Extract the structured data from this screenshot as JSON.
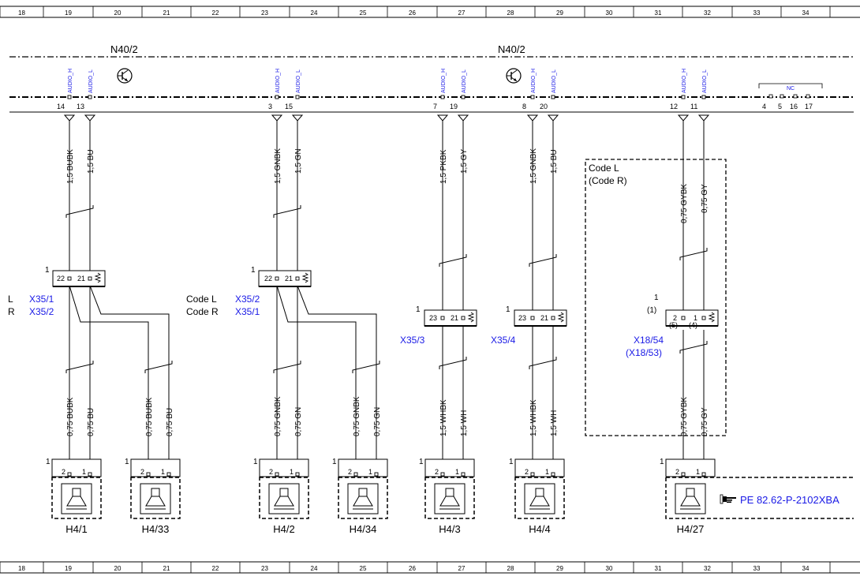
{
  "columns": [
    "18",
    "19",
    "20",
    "21",
    "22",
    "23",
    "24",
    "25",
    "26",
    "27",
    "28",
    "29",
    "30",
    "31",
    "32",
    "33",
    "34"
  ],
  "module": {
    "label_left": "N40/2",
    "label_right": "N40/2",
    "nc_label": "NC",
    "nc_pins": [
      "4",
      "5",
      "16",
      "17"
    ],
    "transistor_icon": "transistor-icon"
  },
  "pins": [
    {
      "num": "14",
      "sig": "AUDIO_H"
    },
    {
      "num": "13",
      "sig": "AUDIO_L"
    },
    {
      "num": "3",
      "sig": "AUDIO_H"
    },
    {
      "num": "15",
      "sig": "AUDIO_L"
    },
    {
      "num": "7",
      "sig": "AUDIO_H"
    },
    {
      "num": "19",
      "sig": "AUDIO_L"
    },
    {
      "num": "8",
      "sig": "AUDIO_H"
    },
    {
      "num": "20",
      "sig": "AUDIO_L"
    },
    {
      "num": "12",
      "sig": "AUDIO_H"
    },
    {
      "num": "11",
      "sig": "AUDIO_L"
    }
  ],
  "upper_wires": [
    "1,5 BUBK",
    "1,5 BU",
    "1,5 GNBK",
    "1,5 GN",
    "1,5 PKBK",
    "1,5 GY",
    "1,5 GNBK",
    "1,5 BU",
    "0,75 GYBK",
    "0,75 GY"
  ],
  "lower_wires": [
    "0,75 BUBK",
    "0,75 BU",
    "0,75 BUBK",
    "0,75 BU",
    "0,75 GNBK",
    "0,75 GN",
    "0,75 GNBK",
    "0,75 GN",
    "1,5 WHBK",
    "1,5 WH",
    "1,5 WHBK",
    "1,5 WH",
    "0,75 GYBK",
    "0,75 GY"
  ],
  "connectors": [
    {
      "pin_num": "1",
      "pins": [
        "22",
        "21"
      ],
      "code_l": "L",
      "code_r": "R",
      "name_l": "X35/1",
      "name_r": "X35/2"
    },
    {
      "pin_num": "1",
      "pins": [
        "22",
        "21"
      ],
      "code_l": "Code L",
      "code_r": "Code R",
      "name_l": "X35/2",
      "name_r": "X35/1"
    },
    {
      "pin_num": "1",
      "pins": [
        "23",
        "21"
      ],
      "name": "X35/3"
    },
    {
      "pin_num": "1",
      "pins": [
        "23",
        "21"
      ],
      "name": "X35/4"
    },
    {
      "pin_num": "1",
      "pin_num_alt": "(1)",
      "pins": [
        "2",
        "1"
      ],
      "pins_alt": [
        "(5)",
        "(4)"
      ],
      "name": "X18/54",
      "name_alt": "(X18/53)"
    }
  ],
  "code_box": {
    "line1": "Code L",
    "line2": "(Code R)"
  },
  "speakers": [
    {
      "name": "H4/1",
      "pin_one": "1",
      "pins": [
        "2",
        "1"
      ]
    },
    {
      "name": "H4/33",
      "pin_one": "1",
      "pins": [
        "2",
        "1"
      ]
    },
    {
      "name": "H4/2",
      "pin_one": "1",
      "pins": [
        "2",
        "1"
      ]
    },
    {
      "name": "H4/34",
      "pin_one": "1",
      "pins": [
        "2",
        "1"
      ]
    },
    {
      "name": "H4/3",
      "pin_one": "1",
      "pins": [
        "2",
        "1"
      ]
    },
    {
      "name": "H4/4",
      "pin_one": "1",
      "pins": [
        "2",
        "1"
      ]
    },
    {
      "name": "H4/27",
      "pin_one": "1",
      "pins": [
        "2",
        "1"
      ]
    }
  ],
  "speaker_icon": "speaker-icon",
  "reference": {
    "icon": "pointing-hand-icon",
    "text": "PE 82.62-P-2102XBA"
  },
  "colors": {
    "line": "#000000",
    "blue": "#1a1ae6",
    "ruler": "#000000"
  }
}
